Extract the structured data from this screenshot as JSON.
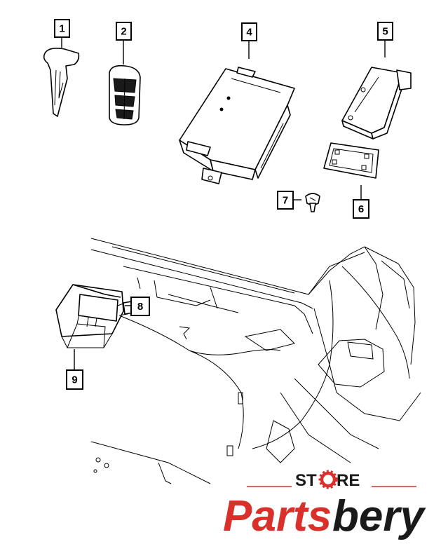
{
  "callouts": {
    "c1": "1",
    "c2": "2",
    "c4": "4",
    "c5": "5",
    "c6": "6",
    "c7": "7",
    "c8": "8",
    "c9": "9"
  },
  "logo": {
    "store_prefix": "ST",
    "store_suffix": "RE",
    "brand_red": "Parts",
    "brand_dark": "bery",
    "red_color": "#d9302c",
    "dark_color": "#1a1a1a"
  }
}
